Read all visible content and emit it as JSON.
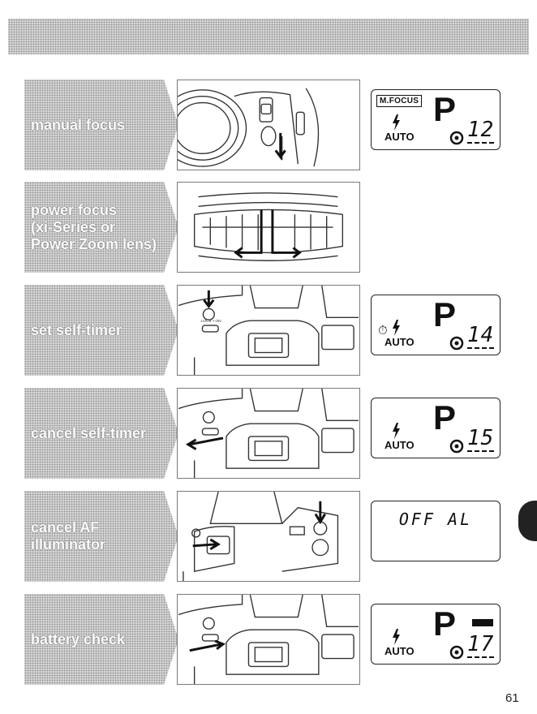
{
  "page": {
    "number": "61"
  },
  "rows": [
    {
      "label": "manual focus",
      "display": {
        "focus_badge": "M.FOCUS",
        "mode": "P",
        "auto": "AUTO",
        "frame_count": "12"
      }
    },
    {
      "label": "power focus\n(xi-Series or\nPower Zoom lens)",
      "display": null
    },
    {
      "label": "set self-timer",
      "display": {
        "timer_icon": "⏱",
        "mode": "P",
        "auto": "AUTO",
        "frame_count": "14"
      }
    },
    {
      "label": "cancel self-timer",
      "display": {
        "mode": "P",
        "auto": "AUTO",
        "frame_count": "15"
      }
    },
    {
      "label": "cancel AF\nilluminator",
      "display": {
        "text": "OFF  AL"
      }
    },
    {
      "label": "battery check",
      "display": {
        "mode": "P",
        "auto": "AUTO",
        "frame_count": "17",
        "battery": "full"
      }
    }
  ],
  "camera_labels": {
    "lock_switch": "LOCK • ON"
  }
}
